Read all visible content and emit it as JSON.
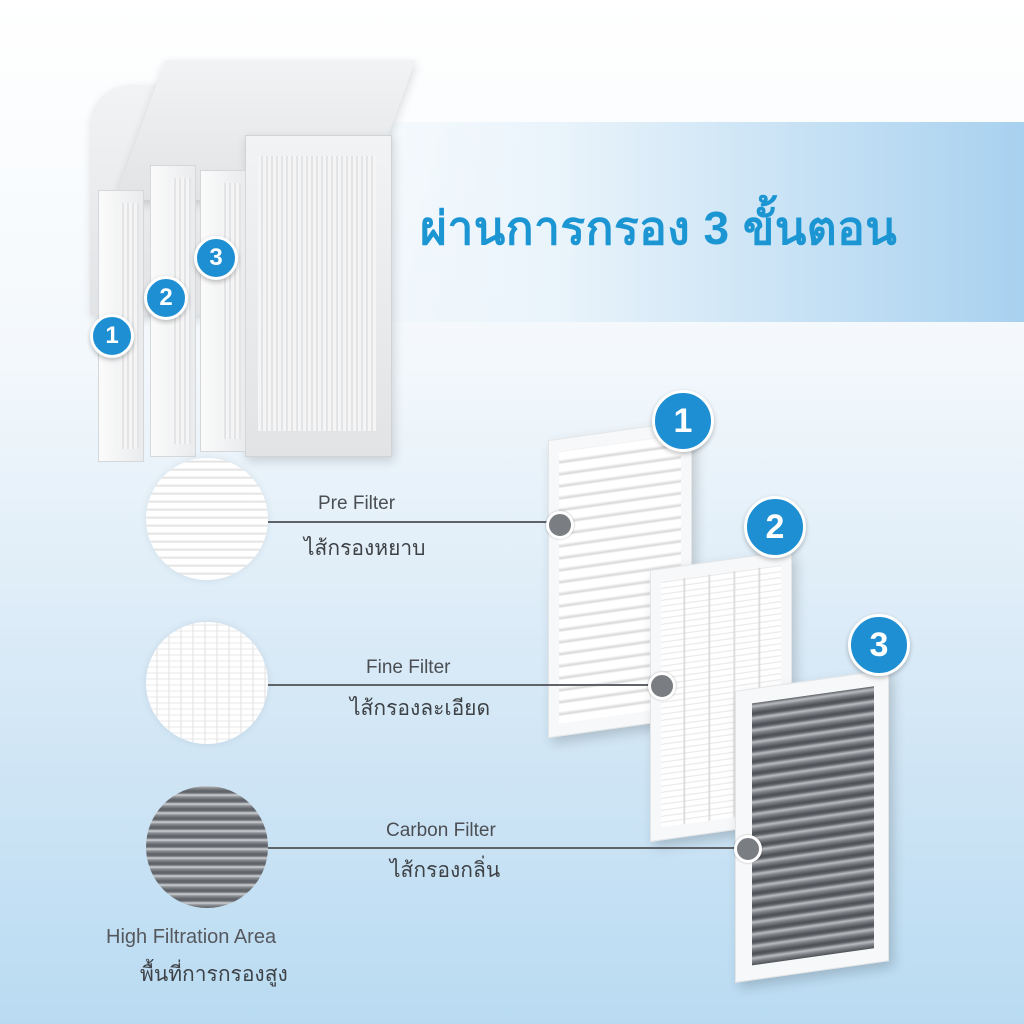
{
  "title": "ผ่านการกรอง 3 ขั้นตอน",
  "badges": {
    "one": "1",
    "two": "2",
    "three": "3"
  },
  "filters": [
    {
      "name_en": "Pre Filter",
      "name_th": "ไส้กรองหยาบ"
    },
    {
      "name_en": "Fine Filter",
      "name_th": "ไส้กรองละเอียด"
    },
    {
      "name_en": "Carbon Filter",
      "name_th": "ไส้กรองกลิ่น"
    }
  ],
  "footer": {
    "en": "High Filtration Area",
    "th": "พื้นที่การกรองสูง"
  },
  "colors": {
    "accent": "#1d8fd2",
    "title": "#1c95d3",
    "line": "#5f6368"
  }
}
